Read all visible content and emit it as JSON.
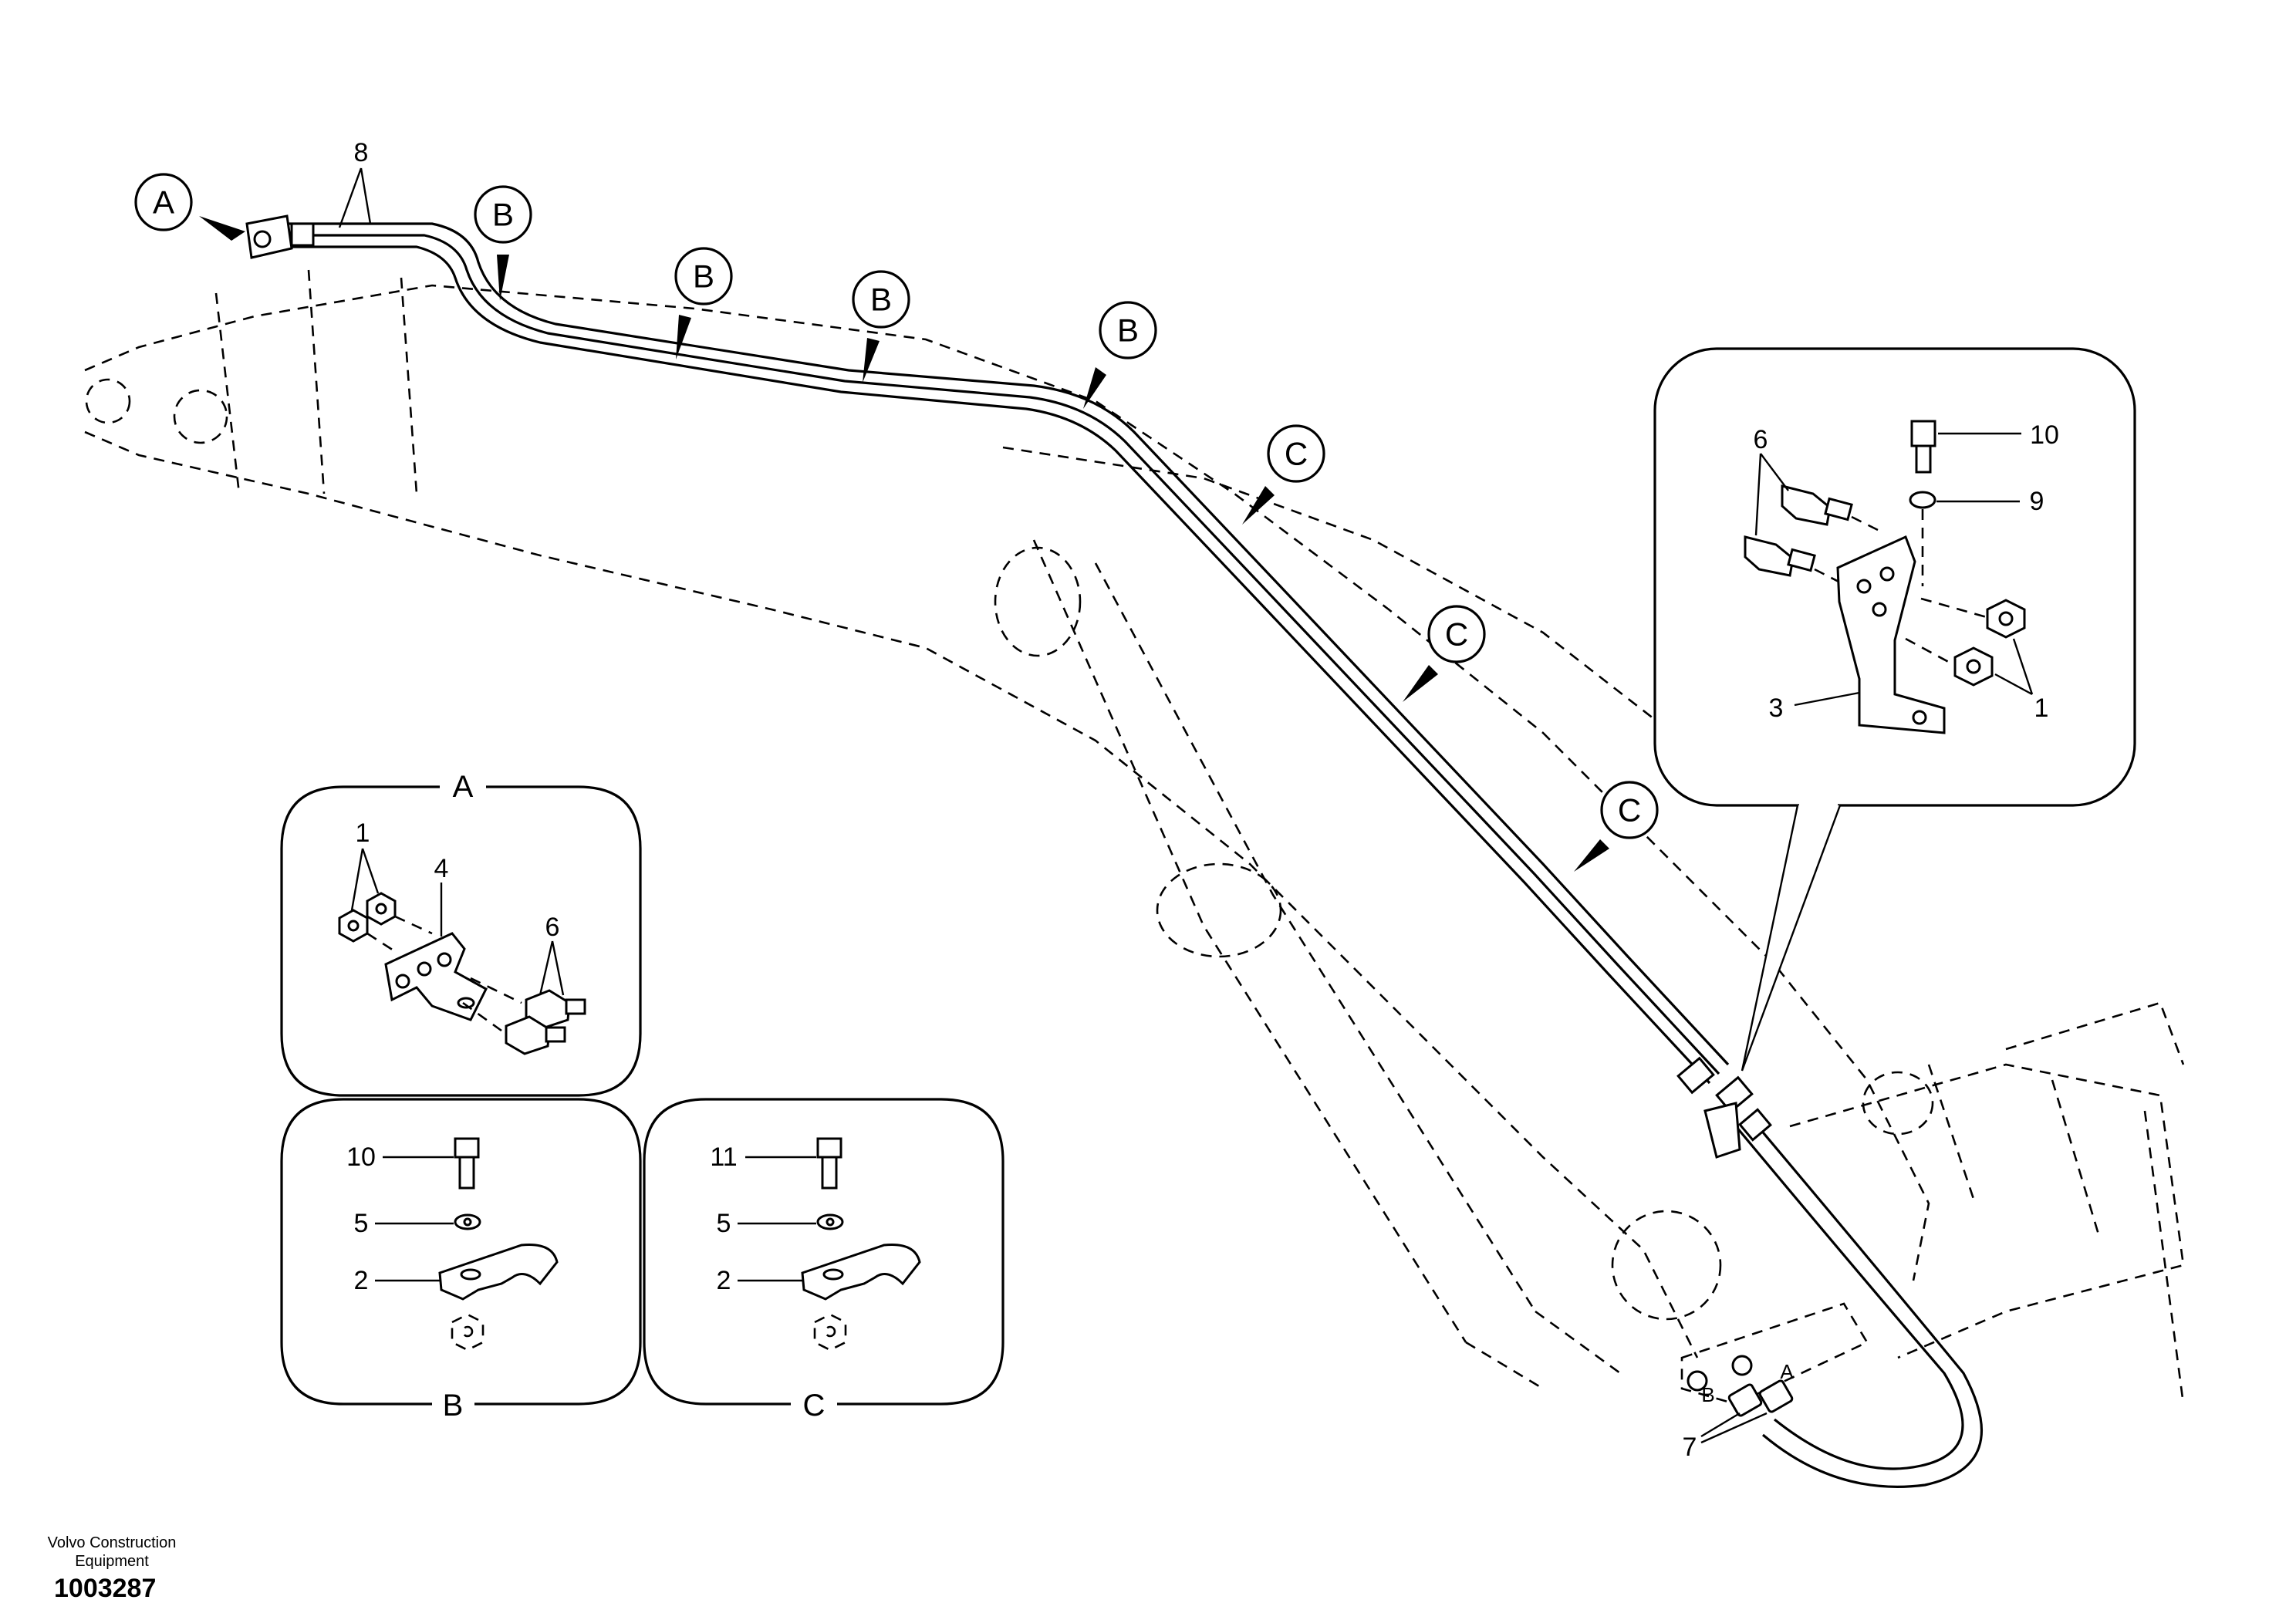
{
  "callouts": {
    "A": "A",
    "B": "B",
    "C": "C"
  },
  "detail_frames": {
    "A": {
      "title": "A",
      "labels": {
        "nut": "1",
        "bracket": "4",
        "fitting": "6"
      }
    },
    "B": {
      "title": "B",
      "labels": {
        "screw": "10",
        "washer": "5",
        "clamp": "2"
      }
    },
    "C": {
      "title": "C",
      "labels": {
        "screw": "11",
        "washer": "5",
        "clamp": "2"
      }
    },
    "inset": {
      "labels": {
        "fitting": "6",
        "screw": "10",
        "washer": "9",
        "bracket": "3",
        "nut": "1"
      }
    }
  },
  "pipe_labels": {
    "pipe": "8",
    "hose": "7",
    "port_a": "A",
    "port_b": "B"
  },
  "footer": {
    "brand_line1": "Volvo Construction",
    "brand_line2": "Equipment",
    "drawing_number": "1003287"
  }
}
